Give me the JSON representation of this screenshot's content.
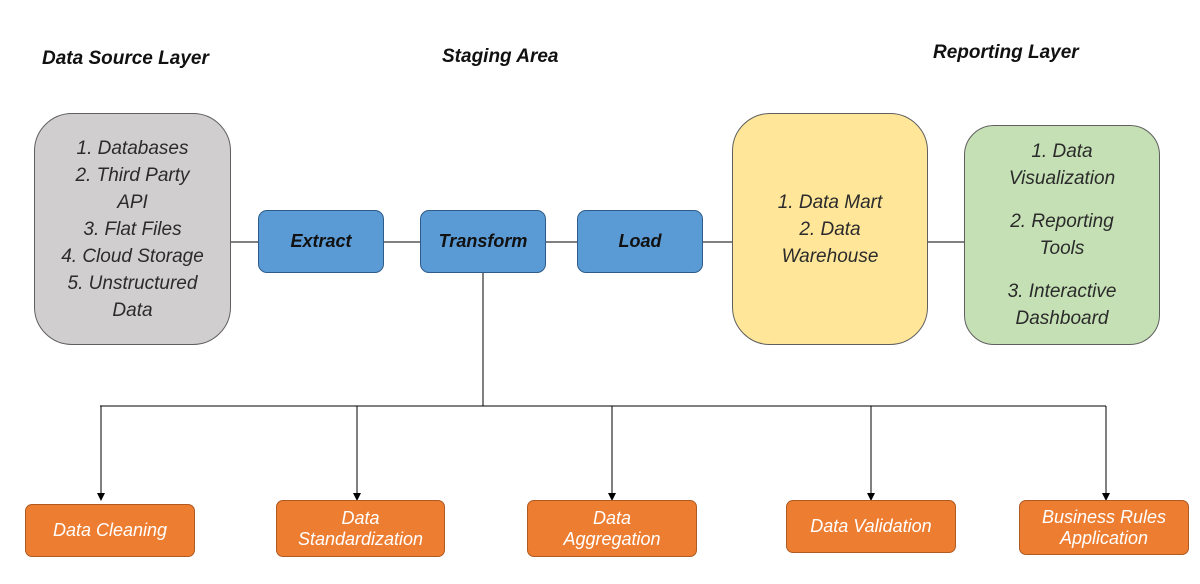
{
  "layers": {
    "source": "Data Source Layer",
    "staging": "Staging Area",
    "reporting": "Reporting Layer"
  },
  "source_box": [
    "1. Databases",
    "2. Third Party",
    "API",
    "3. Flat Files",
    "4. Cloud Storage",
    "5. Unstructured",
    "Data"
  ],
  "etl": {
    "extract": "Extract",
    "transform": "Transform",
    "load": "Load"
  },
  "warehouse_box": [
    "1. Data Mart",
    "2. Data",
    "Warehouse"
  ],
  "reporting_box": {
    "item1": [
      "1. Data",
      "Visualization"
    ],
    "item2": [
      "2. Reporting",
      "Tools"
    ],
    "item3": [
      "3. Interactive",
      "Dashboard"
    ]
  },
  "transform_steps": {
    "cleaning": [
      "Data Cleaning"
    ],
    "standardization": [
      "Data",
      "Standardization"
    ],
    "aggregation": [
      "Data",
      "Aggregation"
    ],
    "validation": [
      "Data Validation"
    ],
    "business_rules": [
      "Business Rules",
      "Application"
    ]
  },
  "colors": {
    "source_fill": "#d0cece",
    "etl_fill": "#5b9bd5",
    "warehouse_fill": "#ffe699",
    "reporting_fill": "#c5e0b4",
    "step_fill": "#ed7d31"
  }
}
